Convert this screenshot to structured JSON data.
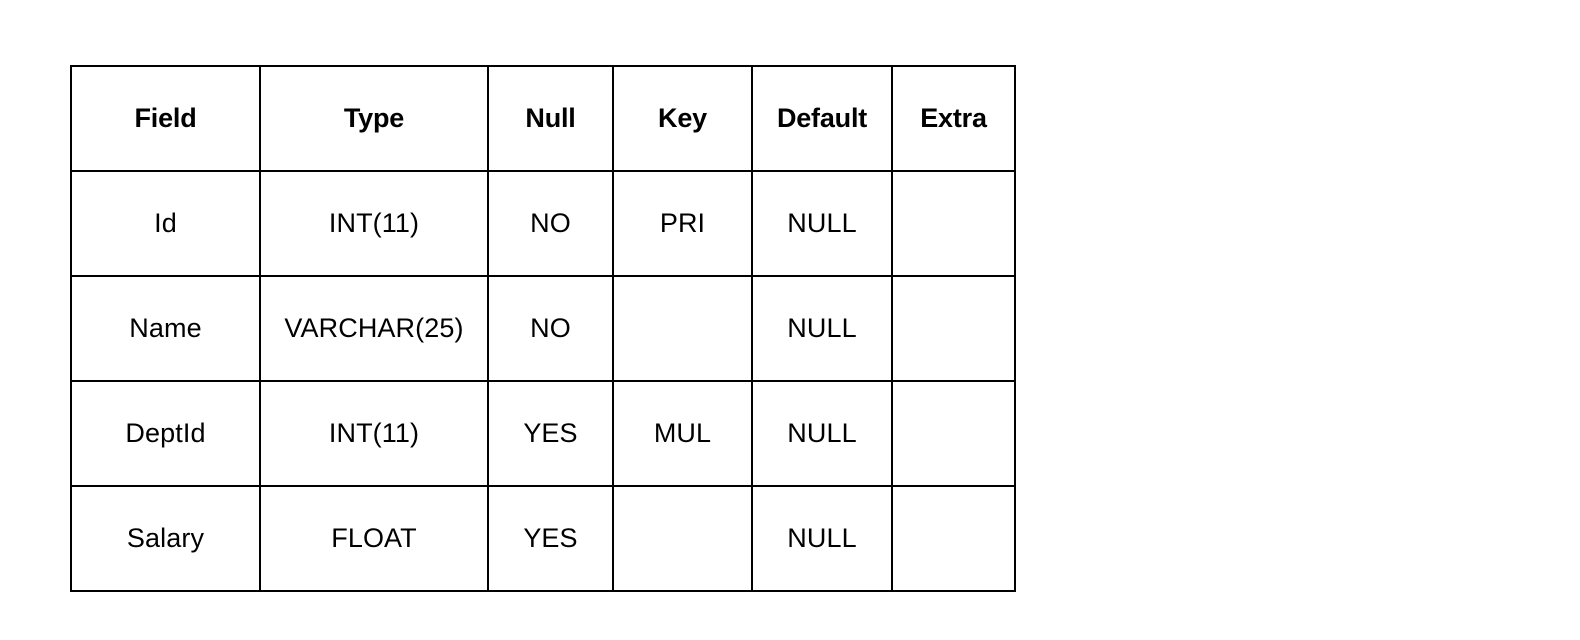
{
  "table": {
    "columns": [
      "Field",
      "Type",
      "Null",
      "Key",
      "Default",
      "Extra"
    ],
    "rows": [
      {
        "field": "Id",
        "type": "INT(11)",
        "null": "NO",
        "key": "PRI",
        "default": "NULL",
        "extra": ""
      },
      {
        "field": "Name",
        "type": "VARCHAR(25)",
        "null": "NO",
        "key": "",
        "default": "NULL",
        "extra": ""
      },
      {
        "field": "DeptId",
        "type": "INT(11)",
        "null": "YES",
        "key": "MUL",
        "default": "NULL",
        "extra": ""
      },
      {
        "field": "Salary",
        "type": "FLOAT",
        "null": "YES",
        "key": "",
        "default": "NULL",
        "extra": ""
      }
    ]
  },
  "colors": {
    "background": "#ffffff",
    "border": "#000000",
    "text": "#000000"
  }
}
